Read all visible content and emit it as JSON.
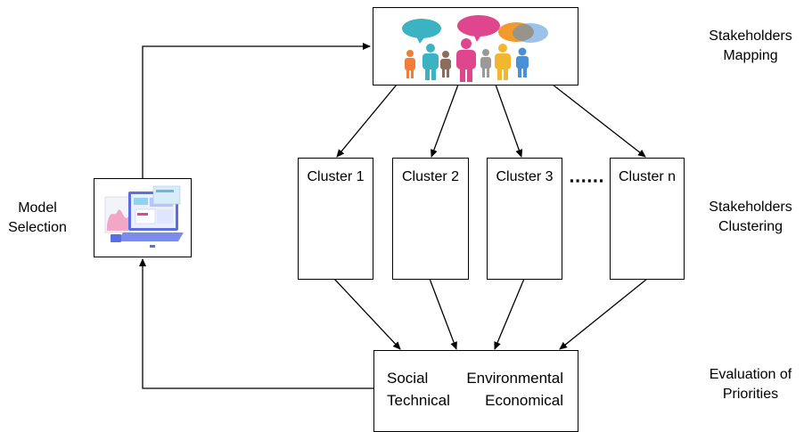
{
  "side_labels": {
    "mapping": [
      "Stakeholders",
      "Mapping"
    ],
    "clustering": [
      "Stakeholders",
      "Clustering"
    ],
    "evaluation": [
      "Evaluation of",
      "Priorities"
    ],
    "model": [
      "Model",
      "Selection"
    ]
  },
  "clusters": [
    "Cluster 1",
    "Cluster 2",
    "Cluster 3",
    "Cluster n"
  ],
  "ellipsis": "......",
  "priorities": {
    "row1_left": "Social",
    "row1_right": "Environmental",
    "row2_left": "Technical",
    "row2_right": "Economical"
  },
  "icons": {
    "stakeholders": "people-with-speech-bubbles-icon",
    "model": "laptop-dashboard-icon"
  },
  "colors": {
    "line": "#000000",
    "teal": "#3bb3c3",
    "pink": "#e0468e",
    "orange": "#f29a2e",
    "blue": "#4a90d9"
  }
}
